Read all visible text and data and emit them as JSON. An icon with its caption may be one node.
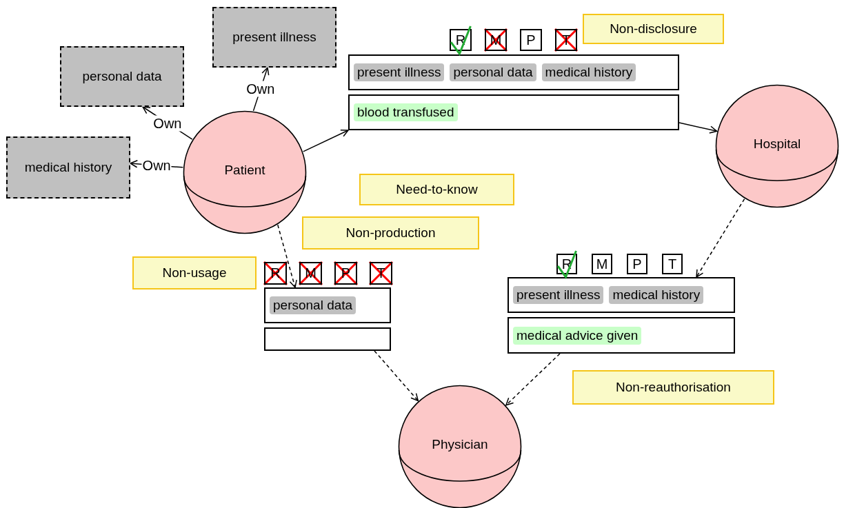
{
  "diagram": {
    "nodes": [
      {
        "text": [
          "present illness"
        ]
      },
      {
        "text": [
          "Non-disclosure"
        ]
      },
      {
        "text": [
          "personal data"
        ]
      },
      {
        "text": [
          "present illness",
          "personal data",
          "medical history"
        ],
        "beside": [
          "R",
          "M",
          "P",
          "T"
        ]
      },
      {
        "text": [
          "blood transfused"
        ]
      },
      {
        "text": [
          "medical history"
        ]
      },
      {
        "text": [
          "Hospital"
        ]
      },
      {
        "text": [
          "Patient"
        ]
      },
      {
        "text": [
          "Need-to-know"
        ]
      },
      {
        "text": [
          "Non-production"
        ]
      },
      {
        "text": [
          "Non-usage"
        ]
      },
      {
        "text": [
          "personal data"
        ],
        "beside": [
          "R",
          "M",
          "P",
          "T"
        ]
      },
      {
        "text": [],
        "shape": "box"
      },
      {
        "text": [
          "present illness",
          "medical history"
        ],
        "beside": [
          "R",
          "M",
          "P",
          "T"
        ]
      },
      {
        "text": [
          "medical advice given"
        ]
      },
      {
        "text": [
          "Non-reauthorisation"
        ]
      },
      {
        "text": [
          "Physician"
        ]
      }
    ],
    "edges": [
      {
        "from": 7,
        "to": 0,
        "arrow": "to",
        "label": "Own"
      },
      {
        "from": 7,
        "to": 2,
        "arrow": "to",
        "label": "Own"
      },
      {
        "from": 7,
        "to": 5,
        "arrow": "to",
        "label": "Own"
      },
      {
        "from": 7,
        "to": 4,
        "arrow": "to"
      },
      {
        "from": 4,
        "to": 6,
        "arrow": "to"
      },
      {
        "from": 6,
        "to": 13,
        "arrow": "to",
        "style": "dashed"
      },
      {
        "from": 7,
        "to": 11,
        "arrow": "to",
        "style": "dashed"
      },
      {
        "from": 12,
        "to": 16,
        "arrow": "to",
        "style": "dashed"
      },
      {
        "from": 14,
        "to": 16,
        "arrow": "to",
        "style": "dashed"
      }
    ]
  }
}
